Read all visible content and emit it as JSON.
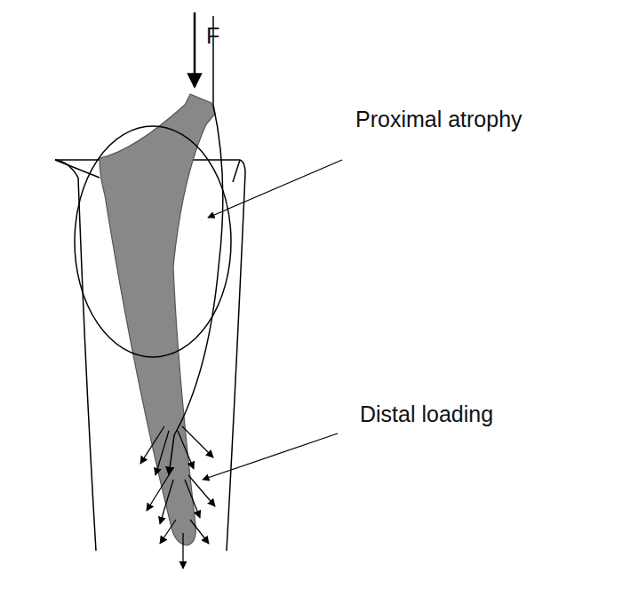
{
  "diagram": {
    "labels": [
      "F",
      "Proximal atrophy",
      "Distal loading"
    ]
  }
}
